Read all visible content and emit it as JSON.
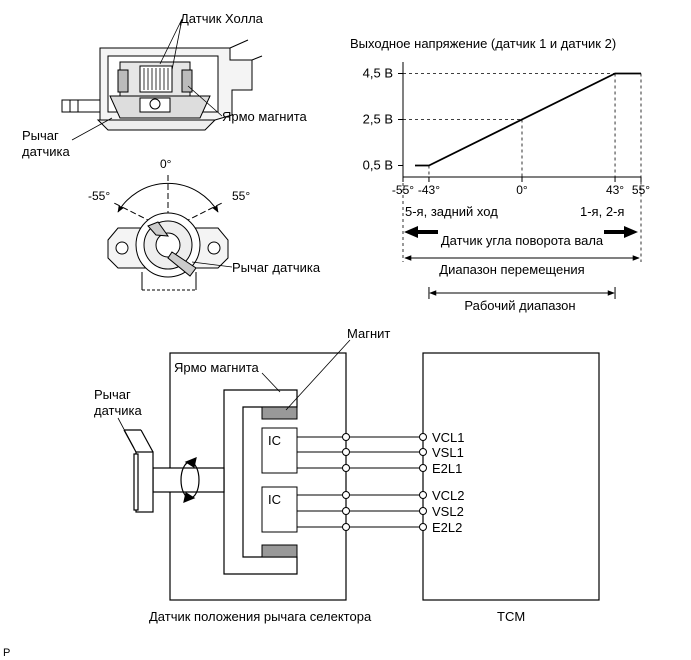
{
  "illustration": {
    "hall_sensor_label": "Датчик Холла",
    "magnet_yoke_label": "Ярмо магнита",
    "sensor_lever_label_line1": "Рычаг",
    "sensor_lever_label_line2": "датчика",
    "angle_zero": "0°",
    "angle_minus55": "-55°",
    "angle_plus55": "55°",
    "sensor_lever_label": "Рычаг датчика"
  },
  "chart_data": {
    "type": "line",
    "title": "Выходное напряжение (датчик 1 и датчик 2)",
    "x": [
      -55,
      -43,
      43,
      55
    ],
    "y": [
      0.5,
      0.5,
      4.5,
      4.5
    ],
    "xlim": [
      -55,
      55
    ],
    "ylim": [
      0,
      5
    ],
    "xticks": [
      {
        "value": -55,
        "label": "-55°"
      },
      {
        "value": -43,
        "label": "-43°"
      },
      {
        "value": 0,
        "label": "0°"
      },
      {
        "value": 43,
        "label": "43°"
      },
      {
        "value": 55,
        "label": "55°"
      }
    ],
    "yticks": [
      {
        "value": 0.5,
        "label": "0,5 В"
      },
      {
        "value": 2.5,
        "label": "2,5 В"
      },
      {
        "value": 4.5,
        "label": "4,5 В"
      }
    ],
    "reference_point": {
      "x": 0,
      "y": 2.5
    },
    "grid": false,
    "annotations": {
      "left_range": "5-я, задний ход",
      "right_range": "1-я, 2-я",
      "shaft_angle_sensor": "Датчик угла поворота вала",
      "travel_range": "Диапазон перемещения",
      "working_range": "Рабочий диапазон"
    },
    "working_range_limits": [
      -43,
      43
    ]
  },
  "schematic": {
    "magnet_label": "Магнит",
    "magnet_yoke_label": "Ярмо магнита",
    "sensor_lever_line1": "Рычаг",
    "sensor_lever_line2": "датчика",
    "ic1": "IC",
    "ic2": "IC",
    "terminals": [
      "VCL1",
      "VSL1",
      "E2L1",
      "VCL2",
      "VSL2",
      "E2L2"
    ],
    "sensor_box_label": "Датчик положения рычага селектора",
    "tcm_label": "TCM"
  },
  "corner_mark": "P"
}
